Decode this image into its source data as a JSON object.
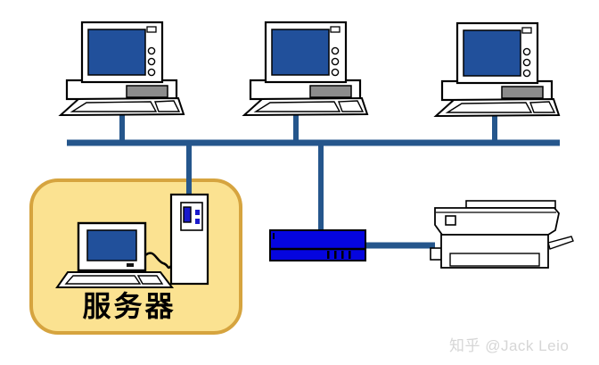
{
  "labels": {
    "server": "服务器"
  },
  "watermark": "知乎 @Jack Leio",
  "colors": {
    "line": "#25568C",
    "screen": "#21509B",
    "hub_fill": "#0505DF",
    "accent_blue": "#1A1ACC",
    "panel_fill": "#FBE291",
    "panel_border": "#D6A43F",
    "drive_gray": "#8C8C8C",
    "outline": "#000000",
    "watermark_gray": "#D6D6D6"
  },
  "diagram": {
    "type": "network-topology",
    "topology": "bus",
    "nodes": [
      {
        "id": "workstation-1",
        "kind": "desktop-computer",
        "label": ""
      },
      {
        "id": "workstation-2",
        "kind": "desktop-computer",
        "label": ""
      },
      {
        "id": "workstation-3",
        "kind": "desktop-computer",
        "label": ""
      },
      {
        "id": "server",
        "kind": "desktop-with-tower",
        "label": "服务器",
        "highlighted": true
      },
      {
        "id": "hub",
        "kind": "hub-switch",
        "label": ""
      },
      {
        "id": "printer",
        "kind": "printer",
        "label": ""
      }
    ],
    "edges": [
      {
        "from": "workstation-1",
        "to": "bus"
      },
      {
        "from": "workstation-2",
        "to": "bus"
      },
      {
        "from": "workstation-3",
        "to": "bus"
      },
      {
        "from": "server",
        "to": "bus"
      },
      {
        "from": "hub",
        "to": "bus"
      },
      {
        "from": "hub",
        "to": "printer"
      }
    ]
  }
}
